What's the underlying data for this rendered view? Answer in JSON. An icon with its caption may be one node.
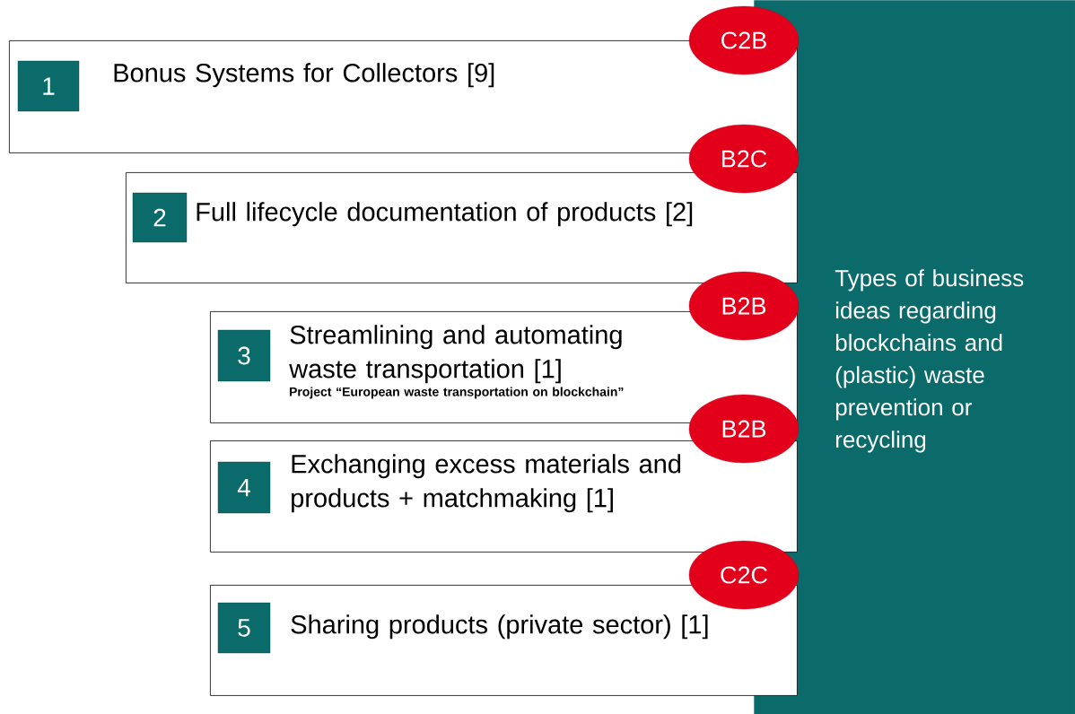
{
  "diagram": {
    "nodes": [
      {
        "text": [
          "Bonus Systems for Collectors [9]"
        ]
      },
      {
        "text": [
          "1"
        ],
        "in": 0
      },
      {
        "text": [
          "C2B"
        ]
      },
      {
        "text": [
          "Full lifecycle documentation of products [2]"
        ]
      },
      {
        "text": [
          "2"
        ],
        "in": 3
      },
      {
        "text": [
          "B2C"
        ]
      },
      {
        "text": [
          "Streamlining and automating waste transportation [1]",
          "Project “European waste transportation on blockchain”"
        ]
      },
      {
        "text": [
          "3"
        ],
        "in": 6
      },
      {
        "text": [
          "B2B"
        ]
      },
      {
        "text": [
          "Exchanging excess materials and products + matchmaking [1]"
        ]
      },
      {
        "text": [
          "4"
        ],
        "in": 9
      },
      {
        "text": [
          "B2B"
        ]
      },
      {
        "text": [
          "Sharing products (private sector) [1]"
        ]
      },
      {
        "text": [
          "5"
        ],
        "in": 12
      },
      {
        "text": [
          "C2C"
        ]
      },
      {
        "text": [
          "Types of business ideas regarding blockchains and (plastic) waste prevention or recycling"
        ]
      }
    ]
  }
}
